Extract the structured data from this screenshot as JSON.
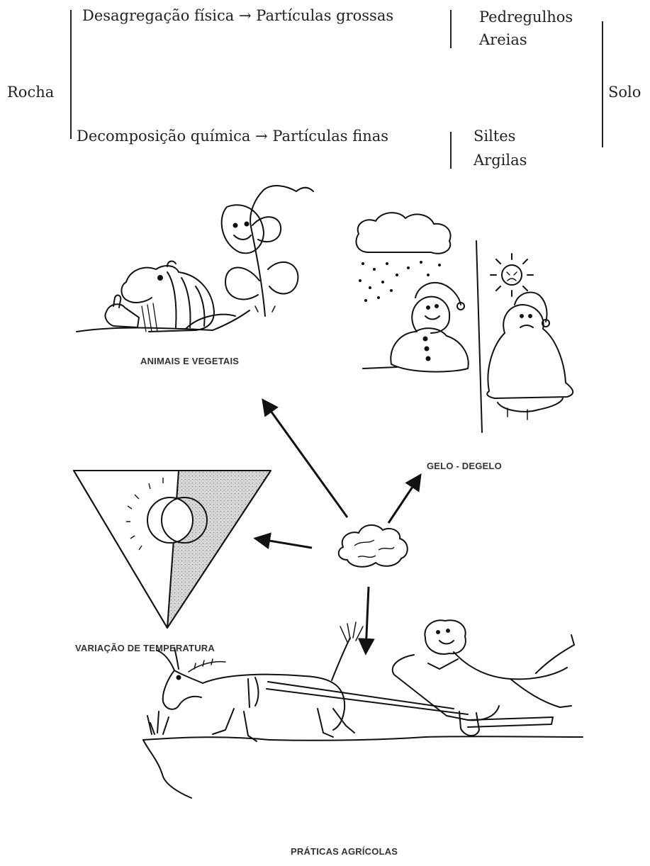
{
  "scheme": {
    "source": "Rocha",
    "physical_process": "Desagregação física",
    "physical_result": "Partículas grossas",
    "chemical_process": "Decomposição química",
    "chemical_result": "Partículas finas",
    "coarse_items": [
      "Pedregulhos",
      "Areias"
    ],
    "fine_items": [
      "Siltes",
      "Argilas"
    ],
    "product": "Solo",
    "arrow_glyph": "→"
  },
  "agents": {
    "animals_plants": "ANIMAIS E VEGETAIS",
    "freeze_thaw": "GELO - DEGELO",
    "temperature": "VARIAÇÃO DE TEMPERATURA",
    "agriculture": "PRÁTICAS AGRÍCOLAS"
  }
}
